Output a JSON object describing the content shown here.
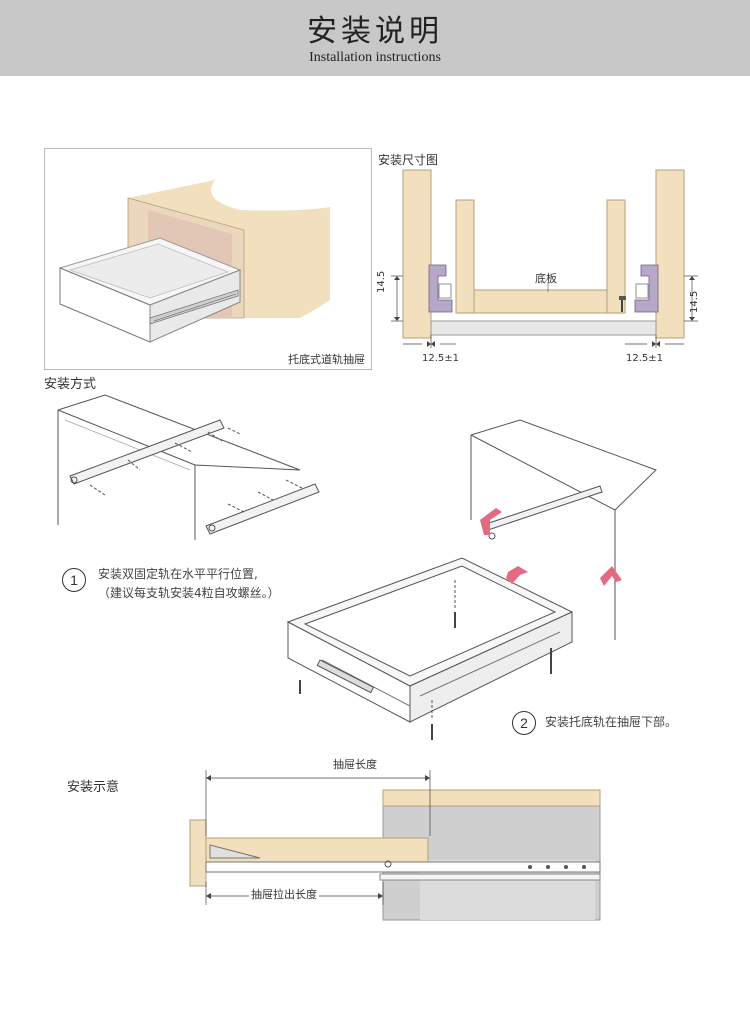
{
  "header": {
    "title_cn": "安装说明",
    "title_en": "Installation instructions"
  },
  "figure1": {
    "caption": "托底式道轨抽屉"
  },
  "dimensions": {
    "title": "安装尺寸图",
    "bottom_board": "底板",
    "height_left": "14.5",
    "height_right": "14.5",
    "offset_left": "12.5±1",
    "offset_right": "12.5±1"
  },
  "method": {
    "title": "安装方式",
    "step1": {
      "number": "1",
      "line1": "安装双固定轨在水平平行位置,",
      "line2": "（建议每支轨安装4粒自攻螺丝。）"
    },
    "step2": {
      "number": "2",
      "text": "安装托底轨在抽屉下部。"
    }
  },
  "schematic": {
    "title": "安装示意",
    "drawer_length": "抽屉长度",
    "pull_out_length": "抽屉拉出长度"
  },
  "colors": {
    "header_bg": "#c8c8c8",
    "wood": "#f1dfbd",
    "wood_edge": "#b89f79",
    "rail": "#b7a7c9",
    "arrow": "#e46a82",
    "cabinet_grey": "#cfcfcf"
  }
}
